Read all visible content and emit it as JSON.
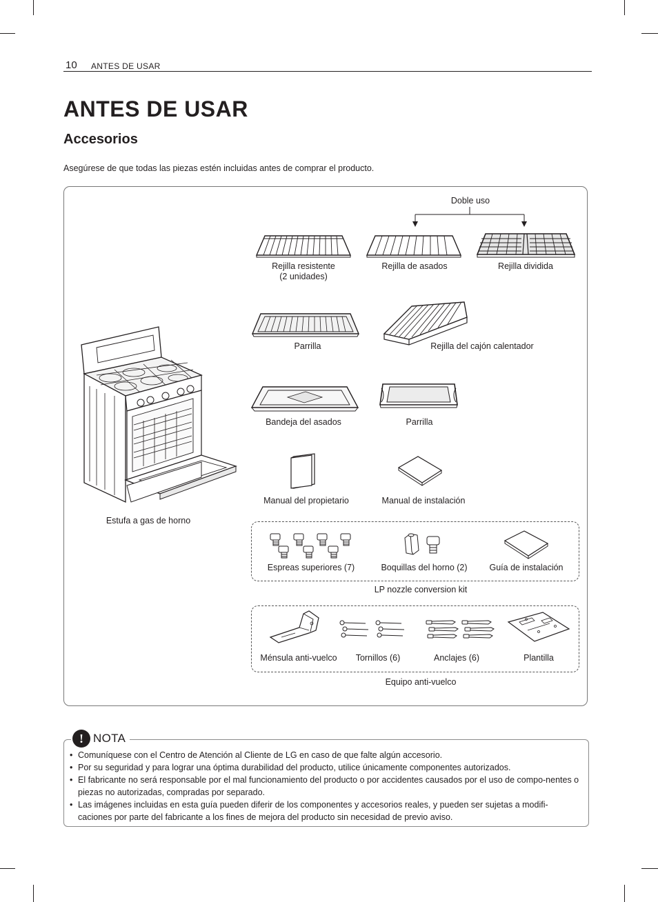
{
  "header": {
    "page_number": "10",
    "running_title": "ANTES DE USAR"
  },
  "page_title": "ANTES DE USAR",
  "section_title": "Accesorios",
  "intro": "Asegúrese de que todas las piezas estén incluidas antes de comprar el producto.",
  "figure": {
    "dual_use_label": "Doble uso",
    "range_caption": "Estufa a gas de horno",
    "items": {
      "heavy_rack": "Rejilla resistente",
      "heavy_rack_qty": "(2 unidades)",
      "broil_rack": "Rejilla de asados",
      "split_rack": "Rejilla dividida",
      "grill": "Parrilla",
      "warming_drawer_rack": "Rejilla del cajón calentador",
      "broil_pan": "Bandeja del asados",
      "griddle": "Parrilla",
      "owners_manual": "Manual del propietario",
      "install_manual": "Manual de instalación"
    },
    "lp_kit": {
      "label": "LP nozzle conversion kit",
      "top_nozzles": "Espreas superiores (7)",
      "oven_nozzles": "Boquillas del horno (2)",
      "install_guide": "Guía de instalación"
    },
    "anti_tip": {
      "label": "Equipo anti-vuelco",
      "bracket": "Ménsula anti-vuelco",
      "screws": "Tornillos (6)",
      "anchors": "Anclajes (6)",
      "template": "Plantilla"
    }
  },
  "note": {
    "badge": "!",
    "title": "NOTA",
    "items": [
      "Comuníquese con el Centro de Atención al Cliente de LG en caso de que falte algún accesorio.",
      "Por su seguridad y para lograr una óptima durabilidad del producto, utilice únicamente componentes autorizados.",
      "El fabricante no será responsable por el mal funcionamiento del producto o por accidentes causados por el uso de compo-nentes o piezas no autorizadas, compradas por separado.",
      "Las imágenes incluidas en esta guía pueden diferir de los componentes y accesorios reales, y pueden ser sujetas a modifi-caciones por parte del fabricante a los fines de mejora del producto sin necesidad de previo aviso."
    ]
  }
}
